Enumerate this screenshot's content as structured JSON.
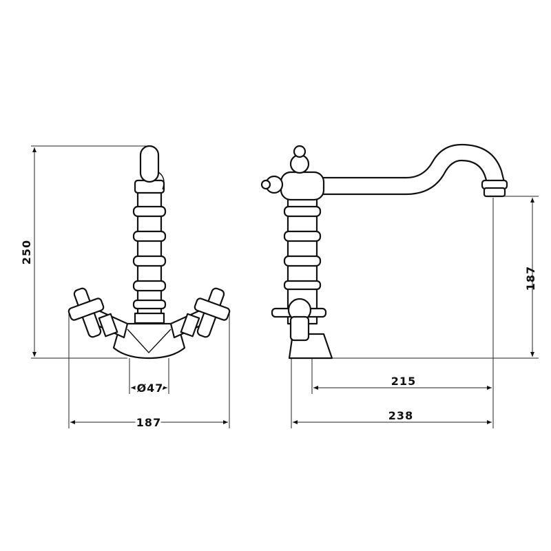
{
  "drawing": {
    "front_view": {
      "height_label": "250",
      "base_diameter_label": "Ø47",
      "width_label": "187"
    },
    "side_view": {
      "spout_height_label": "187",
      "spout_reach_label": "215",
      "total_depth_label": "238"
    },
    "colors": {
      "line": "#111111",
      "background": "#ffffff"
    }
  }
}
